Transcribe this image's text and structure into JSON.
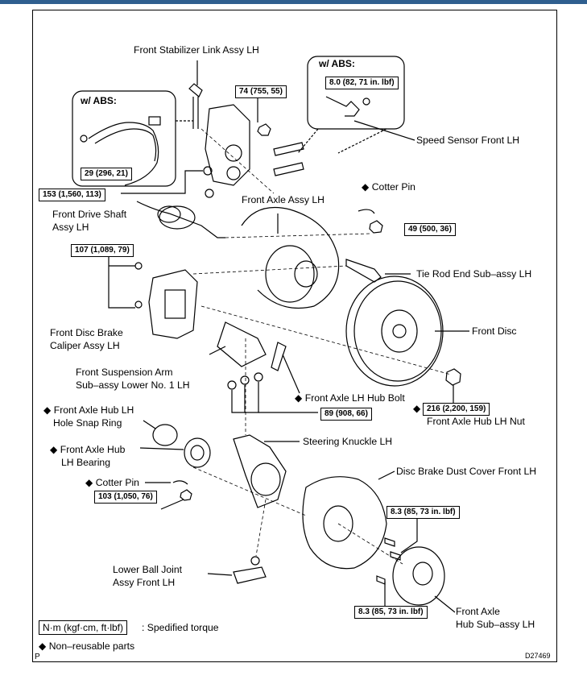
{
  "labels": {
    "stab_link": "Front Stabilizer Link Assy LH",
    "abs_left": "w/ ABS:",
    "abs_right": "w/ ABS:",
    "speed_sensor": "Speed Sensor Front LH",
    "cotter_pin_1": "◆ Cotter Pin",
    "drive_shaft_1": "Front Drive Shaft",
    "drive_shaft_2": "Assy LH",
    "axle_assy": "Front Axle Assy LH",
    "tie_rod": "Tie Rod End Sub–assy LH",
    "front_disc": "Front Disc",
    "caliper_1": "Front Disc Brake",
    "caliper_2": "Caliper Assy LH",
    "susp_arm_1": "Front Suspension Arm",
    "susp_arm_2": "Sub–assy Lower No. 1 LH",
    "hub_bolt": "◆ Front Axle LH Hub Bolt",
    "hub_nut": "Front Axle Hub LH Nut",
    "snap_ring_1": "◆ Front Axle Hub LH",
    "snap_ring_2": "Hole Snap Ring",
    "bearing_1": "◆ Front Axle Hub",
    "bearing_2": "LH Bearing",
    "steering_knuckle": "Steering Knuckle LH",
    "cotter_pin_2": "◆ Cotter Pin",
    "dust_cover": "Disc Brake Dust Cover Front LH",
    "ball_joint_1": "Lower Ball Joint",
    "ball_joint_2": "Assy Front LH",
    "hub_subassy_1": "Front Axle",
    "hub_subassy_2": "Hub Sub–assy LH"
  },
  "torques": {
    "t74": "74 (755, 55)",
    "t8_0": "8.0 (82, 71 in. lbf)",
    "t29": "29 (296, 21)",
    "t153": "153 (1,560, 113)",
    "t49": "49 (500, 36)",
    "t107": "107 (1,089, 79)",
    "t216": "216 (2,200, 159)",
    "t89": "89 (908, 66)",
    "t103": "103 (1,050, 76)",
    "t8_3a": "8.3 (85, 73 in. lbf)",
    "t8_3b": "8.3 (85, 73 in. lbf)"
  },
  "legend": {
    "unit": "N·m (kgf·cm, ft·lbf)",
    "specified": ": Spedified torque",
    "nonreusable": "◆ Non–reusable parts"
  },
  "corner": {
    "p": "P",
    "code": "D27469"
  }
}
